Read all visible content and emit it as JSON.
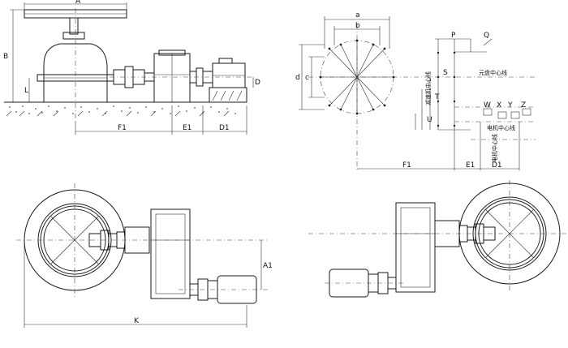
{
  "labels": {
    "side": {
      "a_top": "A",
      "b": "B",
      "l": "L",
      "d1_right": "D",
      "f1": "F1",
      "e1": "E1",
      "d1": "D1"
    },
    "front": {
      "a": "a",
      "b": "b",
      "c": "c",
      "d": "d",
      "p": "P",
      "q": "Q",
      "s": "S",
      "t": "T",
      "u": "U",
      "w": "W",
      "x": "X",
      "y": "Y",
      "z": "Z",
      "f1": "F1",
      "e1": "E1",
      "d1": "D1",
      "cn_center": "元盘中心线",
      "cn_reducer": "减速机中心线",
      "cn_motor": "电机中心线",
      "cn_motor2": "电机中心线"
    },
    "plan": {
      "k": "K",
      "a1": "A1"
    }
  }
}
